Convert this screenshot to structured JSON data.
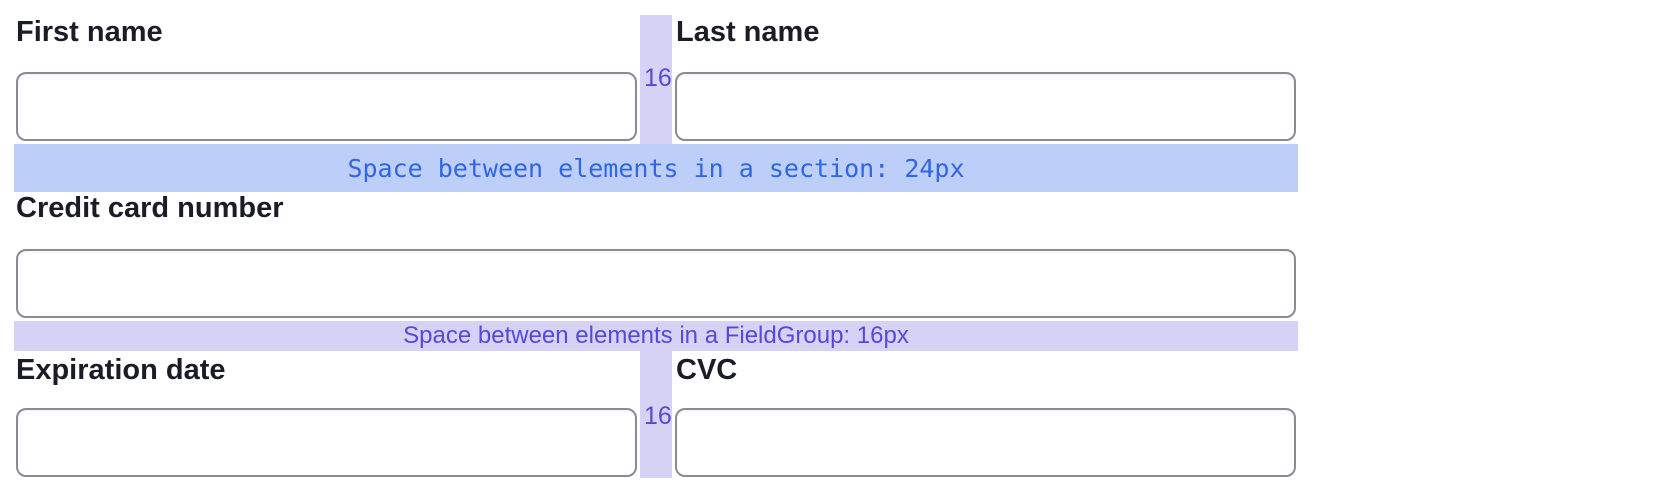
{
  "page": {
    "background": "#ffffff"
  },
  "colors": {
    "label_text": "#1a1d27",
    "input_border": "#878b95",
    "strip_bg": "#d6d2f6",
    "marker_color": "#5549d6",
    "band_blue_bg": "#bdcef8",
    "band_blue_text": "#2f66e3",
    "band_purple_bg": "#d6d2f6",
    "band_purple_text": "#5549d6"
  },
  "form": {
    "fields": [
      {
        "id": "first_name",
        "label": "First name",
        "value": ""
      },
      {
        "id": "last_name",
        "label": "Last name",
        "value": ""
      },
      {
        "id": "credit_card_number",
        "label": "Credit card number",
        "value": ""
      },
      {
        "id": "expiration_date",
        "label": "Expiration date",
        "value": ""
      },
      {
        "id": "cvc",
        "label": "CVC",
        "value": ""
      }
    ],
    "annotations": {
      "section_spacing": "Space between elements in a section: 24px",
      "fieldgroup_spacing": "Space between elements in a FieldGroup: 16px",
      "horizontal_gap_markers": [
        "16",
        "16"
      ]
    }
  }
}
